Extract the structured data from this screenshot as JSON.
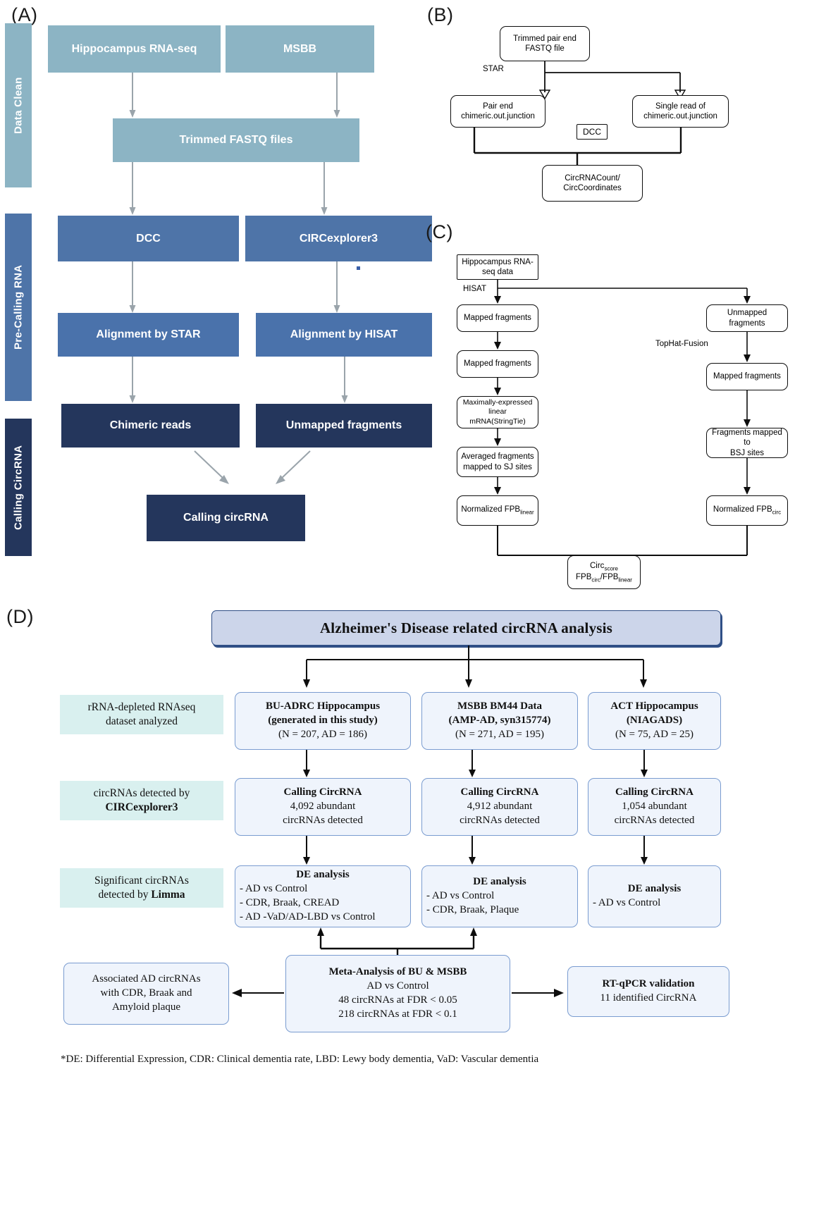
{
  "panels": {
    "a": {
      "letter": "(A)",
      "stages": [
        {
          "label": "Data Clean"
        },
        {
          "label": "Pre-Calling RNA"
        },
        {
          "label": "Calling CircRNA"
        }
      ],
      "boxes": {
        "hippocampus": "Hippocampus RNA-seq",
        "msbb": "MSBB",
        "trimmed": "Trimmed FASTQ files",
        "dcc": "DCC",
        "circexplorer3": "CIRCexplorer3",
        "align_star": "Alignment  by STAR",
        "align_hisat": "Alignment by HISAT",
        "chimeric": "Chimeric reads",
        "unmapped": "Unmapped fragments",
        "calling": "Calling circRNA"
      }
    },
    "b": {
      "letter": "(B)",
      "boxes": {
        "trimmed_pe": "Trimmed pair end\nFASTQ file",
        "pair_end": "Pair end\nchimeric.out.junction",
        "single_read": "Single read of\nchimeric.out.junction",
        "dcc": "DCC",
        "output": "CircRNACount/\nCircCoordinates"
      },
      "edge_labels": {
        "star": "STAR"
      }
    },
    "c": {
      "letter": "(C)",
      "boxes": {
        "input": "Hippocampus RNA-\nseq data",
        "mapped1": "Mapped fragments",
        "mapped2": "Mapped fragments",
        "maximally": "Maximally-expressed\nlinear\nmRNA(StringTie)",
        "averaged": "Averaged fragments\nmapped to SJ sites",
        "norm_linear_pre": "Normalized FPB",
        "norm_linear_sub": "linear",
        "unmapped": "Unmapped fragments",
        "mapped3": "Mapped fragments",
        "bsj": "Fragments mapped to\nBSJ sites",
        "norm_circ_pre": "Normalized FPB",
        "norm_circ_sub": "circ",
        "score_line1_pre": "Circ",
        "score_line1_sub": "score",
        "score_line2_a": "FPB",
        "score_line2_a_sub": "circ",
        "score_line2_sep": "/FPB",
        "score_line2_b_sub": "linear"
      },
      "edge_labels": {
        "hisat": "HISAT",
        "tophat": "TopHat-Fusion"
      }
    },
    "d": {
      "letter": "(D)",
      "title": "Alzheimer's Disease related circRNA analysis",
      "row_labels": [
        "rRNA-depleted RNAseq\ndataset analyzed",
        "circRNAs detected by\nCIRCexplorer3",
        "Significant circRNAs\ndetected by Limma"
      ],
      "row_labels_bold_part": [
        "",
        "CIRCexplorer3",
        "Limma"
      ],
      "datasets": [
        {
          "line1": "BU-ADRC Hippocampus",
          "line2": "(generated in this study)",
          "line3": "(N = 207, AD = 186)"
        },
        {
          "line1": "MSBB BM44 Data",
          "line2": "(AMP-AD, syn315774)",
          "line3": "(N = 271, AD = 195)"
        },
        {
          "line1": "ACT Hippocampus",
          "line2": "(NIAGADS)",
          "line3": "(N = 75, AD = 25)"
        }
      ],
      "calling": [
        {
          "title": "Calling CircRNA",
          "line1": "4,092 abundant",
          "line2": "circRNAs detected"
        },
        {
          "title": "Calling CircRNA",
          "line1": "4,912 abundant",
          "line2": "circRNAs detected"
        },
        {
          "title": "Calling CircRNA",
          "line1": "1,054 abundant",
          "line2": "circRNAs detected"
        }
      ],
      "de": [
        {
          "title": "DE analysis",
          "items": [
            "-  AD vs Control",
            "- CDR, Braak, CREAD",
            "- AD -VaD/AD-LBD vs Control"
          ]
        },
        {
          "title": "DE analysis",
          "items": [
            "-   AD vs Control",
            "-   CDR, Braak, Plaque"
          ]
        },
        {
          "title": "DE analysis",
          "items": [
            "-   AD vs Control"
          ]
        }
      ],
      "meta": {
        "title": "Meta-Analysis of BU & MSBB",
        "line1": "AD vs Control",
        "line2": "48 circRNAs at FDR  < 0.05",
        "line3": "218 circRNAs at FDR  < 0.1"
      },
      "associated": "Associated AD circRNAs\nwith CDR, Braak and\nAmyloid plaque",
      "validation": {
        "title": "RT-qPCR validation",
        "line1": "11 identified CircRNA"
      },
      "footnote": "*DE: Differential Expression, CDR: Clinical dementia rate, LBD: Lewy body dementia, VaD: Vascular dementia"
    }
  },
  "colors": {
    "light_blue": "#8cb4c4",
    "mid_blue": "#4e74a8",
    "dark_blue": "#24365c",
    "panel_d_title_fill": "#ccd5ea",
    "panel_d_title_border": "#2f4f86",
    "panel_d_box_fill": "#eff4fc",
    "panel_d_box_border": "#7a9cd0",
    "panel_d_side_fill": "#d9f0ef",
    "arrow_gray": "#9aa4ab",
    "line_black": "#0d0d0d"
  }
}
